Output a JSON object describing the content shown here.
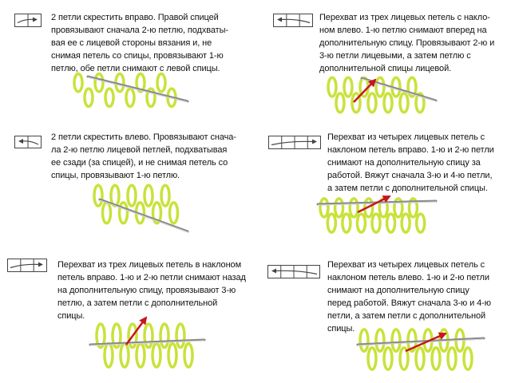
{
  "colors": {
    "yarn": "#c9e23a",
    "needle": "#8a8a8a",
    "arrow": "#c8161d",
    "symbol": "#444444"
  },
  "blocks": [
    {
      "symbol": {
        "cells": 2,
        "arrow": "right",
        "icon": "cross-right-2-symbol-icon"
      },
      "lines": [
        "2 петли скрестить вправо. Правой спицей",
        "провязывают сначала 2-ю петлю, подхваты-",
        "вая ее с лицевой стороны вязания и, не",
        "снимая петель со спицы, провязывают 1-ю",
        "петлю, обе петли снимают с левой спицы."
      ]
    },
    {
      "symbol": {
        "cells": 3,
        "arrow": "left",
        "icon": "cable-left-3-symbol-icon"
      },
      "lines": [
        "Перехват из трех лицевых петель с накло-",
        "ном влево. 1-ю петлю снимают вперед на",
        "дополнительную спицу. Провязывают 2-ю и",
        "3-ю петли лицевыми, а затем петлю с",
        "дополнительной спицы лицевой."
      ]
    },
    {
      "symbol": {
        "cells": 2,
        "arrow": "left",
        "icon": "cross-left-2-symbol-icon"
      },
      "lines": [
        "2 петли скрестить влево. Провязывают снача-",
        "ла 2-ю петлю лицевой петлей, подхватывая",
        "ее сзади (за спицей), и не снимая петель со",
        "спицы, провязывают 1-ю петлю."
      ]
    },
    {
      "symbol": {
        "cells": 4,
        "arrow": "right",
        "icon": "cable-right-4-symbol-icon"
      },
      "lines": [
        "Перехват из четырех лицевых петель с",
        "наклоном петель вправо. 1-ю и 2-ю петли",
        "снимают на дополнительную спицу за",
        "работой. Вяжут сначала 3-ю и 4-ю петли,",
        "а затем петли с дополнительной спицы."
      ]
    },
    {
      "symbol": {
        "cells": 3,
        "arrow": "right",
        "icon": "cable-right-3-symbol-icon"
      },
      "lines": [
        "Перехват из трех лицевых петель в наклоном",
        "петель вправо. 1-ю и 2-ю петли снимают назад",
        "на дополнительную спицу, провязывают 3-ю",
        "петлю, а затем петли с дополнительной",
        "спицы."
      ]
    },
    {
      "symbol": {
        "cells": 4,
        "arrow": "left",
        "icon": "cable-left-4-symbol-icon"
      },
      "lines": [
        "Перехват из четырех лицевых петель с",
        "наклоном петель влево. 1-ю и 2-ю петли",
        "снимают на дополнительную спицу",
        "перед работой. Вяжут сначала 3-ю и 4-ю",
        "петли, а затем петли с дополнительной",
        "спицы."
      ]
    }
  ]
}
